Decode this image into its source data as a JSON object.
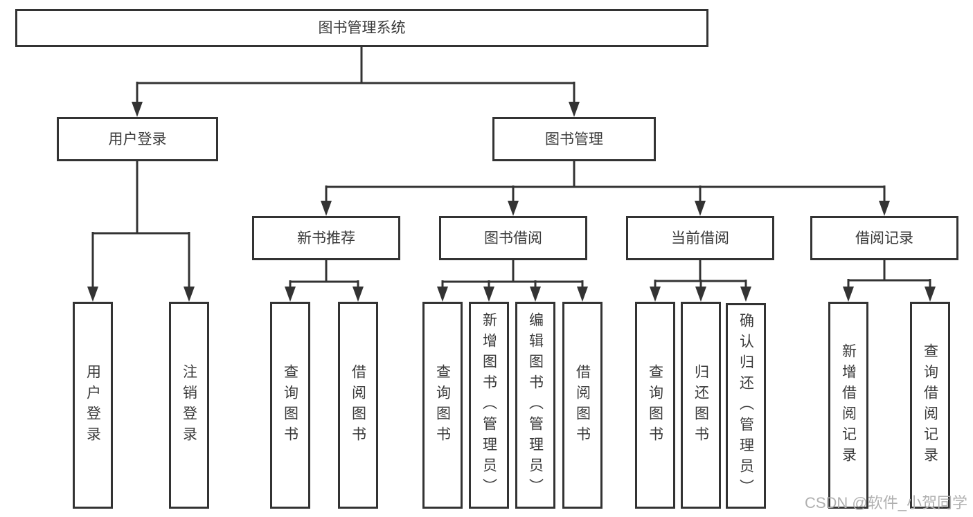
{
  "tree": {
    "label": "图书管理系统",
    "children": [
      {
        "label": "用户登录",
        "children": [
          {
            "label": "用户登录"
          },
          {
            "label": "注销登录"
          }
        ]
      },
      {
        "label": "图书管理",
        "children": [
          {
            "label": "新书推荐",
            "children": [
              {
                "label": "查询图书"
              },
              {
                "label": "借阅图书"
              }
            ]
          },
          {
            "label": "图书借阅",
            "children": [
              {
                "label": "查询图书"
              },
              {
                "label": "新增图书（管理员）"
              },
              {
                "label": "编辑图书（管理员）"
              },
              {
                "label": "借阅图书"
              }
            ]
          },
          {
            "label": "当前借阅",
            "children": [
              {
                "label": "查询图书"
              },
              {
                "label": "归还图书"
              },
              {
                "label": "确认归还（管理员）"
              }
            ]
          },
          {
            "label": "借阅记录",
            "children": [
              {
                "label": "新增借阅记录"
              },
              {
                "label": "查询借阅记录"
              }
            ]
          }
        ]
      }
    ]
  },
  "watermark": "CSDN @软件_小贺同学",
  "colors": {
    "line": "#333333",
    "text": "#3a3a3a",
    "watermark": "#b0b0b0",
    "background": "#ffffff"
  }
}
